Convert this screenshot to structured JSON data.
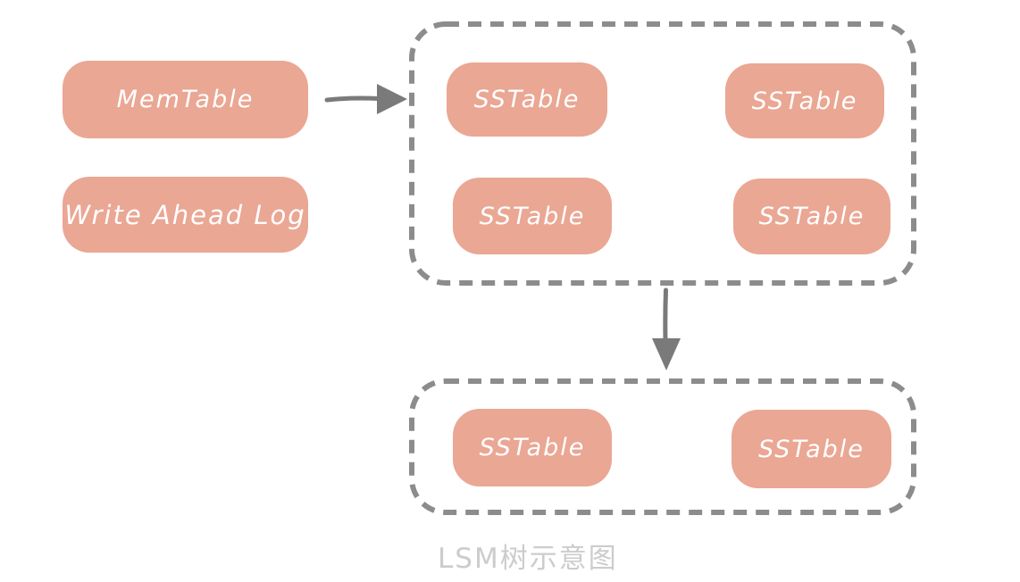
{
  "diagram": {
    "caption": "LSM树示意图",
    "nodes": {
      "memtable": {
        "label": "MemTable"
      },
      "write_ahead_log": {
        "label": "Write Ahead Log"
      },
      "sstable_l1_a": {
        "label": "SSTable"
      },
      "sstable_l1_b": {
        "label": "SSTable"
      },
      "sstable_l1_c": {
        "label": "SSTable"
      },
      "sstable_l1_d": {
        "label": "SSTable"
      },
      "sstable_l2_a": {
        "label": "SSTable"
      },
      "sstable_l2_b": {
        "label": "SSTable"
      }
    },
    "icons": {
      "arrow_right": "arrow-right-icon",
      "arrow_down": "arrow-down-icon"
    },
    "colors": {
      "node_fill": "#eaa794",
      "node_text": "#ffffff",
      "dash_border": "#8c8c8c",
      "arrow": "#7a7a7a",
      "caption_text": "#cccccc",
      "page_bg": "#ffffff"
    }
  }
}
